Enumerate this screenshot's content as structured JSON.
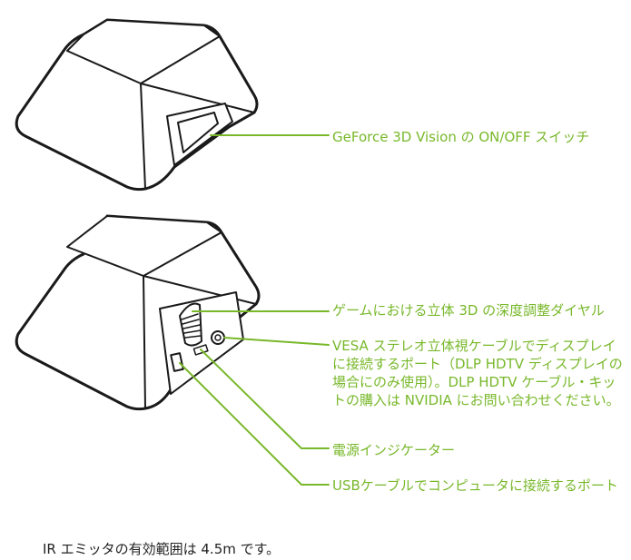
{
  "colors": {
    "callout": "#78b82a",
    "outline": "#1a1a1a",
    "text": "#222222"
  },
  "callouts": {
    "switch": "GeForce 3D Vision の ON/OFF スイッチ",
    "depth_dial": "ゲームにおける立体 3D の深度調整ダイヤル",
    "vesa_port": "VESA ステレオ立体視ケーブルでディスプレイに接続するポート（DLP HDTV ディスプレイの場合にのみ使用）。DLP HDTV ケーブル・キットの購入は NVIDIA にお問い合わせください。",
    "power_indicator": "電源インジケーター",
    "usb_port": "USBケーブルでコンピュータに接続するポート"
  },
  "footnote": "IR エミッタの有効範囲は 4.5m です。"
}
